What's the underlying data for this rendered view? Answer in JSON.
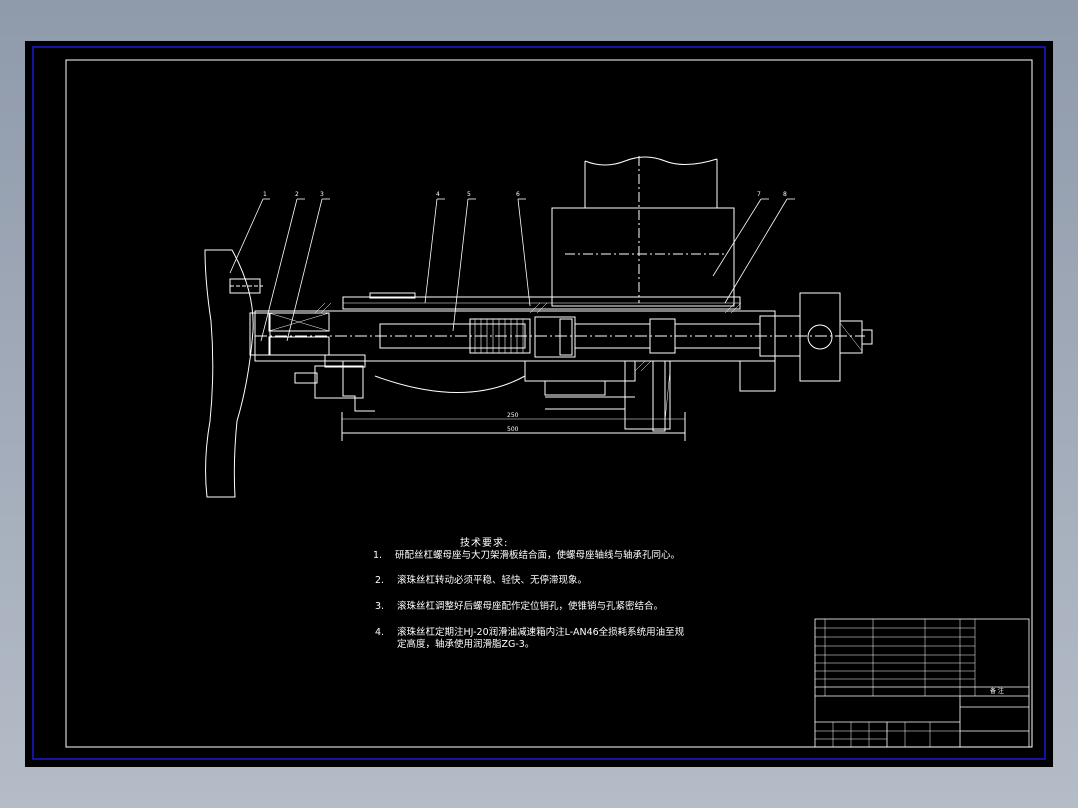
{
  "callouts": [
    "1",
    "2",
    "3",
    "4",
    "5",
    "6",
    "7",
    "8"
  ],
  "dimensions": {
    "inner": "250",
    "overall": "500"
  },
  "tech_requirements": {
    "title": "技术要求:",
    "items": [
      {
        "num": "1.",
        "text": "研配丝杠螺母座与大刀架滑板结合面，使螺母座轴线与轴承孔同心。"
      },
      {
        "num": "2.",
        "text": "滚珠丝杠转动必须平稳、轻快、无停滞现象。"
      },
      {
        "num": "3.",
        "text": "滚珠丝杠调整好后螺母座配作定位销孔，使锥销与孔紧密结合。"
      },
      {
        "num": "4.",
        "text": "滚珠丝杠定期注HJ-20润滑油减速箱内注L-AN46全损耗系统用油至规",
        "cont": "定高度，轴承使用润滑脂ZG-3。"
      }
    ]
  },
  "title_block": {
    "header_label": "备 注"
  },
  "colors": {
    "line": "#ffffff",
    "frame_outer": "#1a1ad6",
    "background": "#000000"
  }
}
